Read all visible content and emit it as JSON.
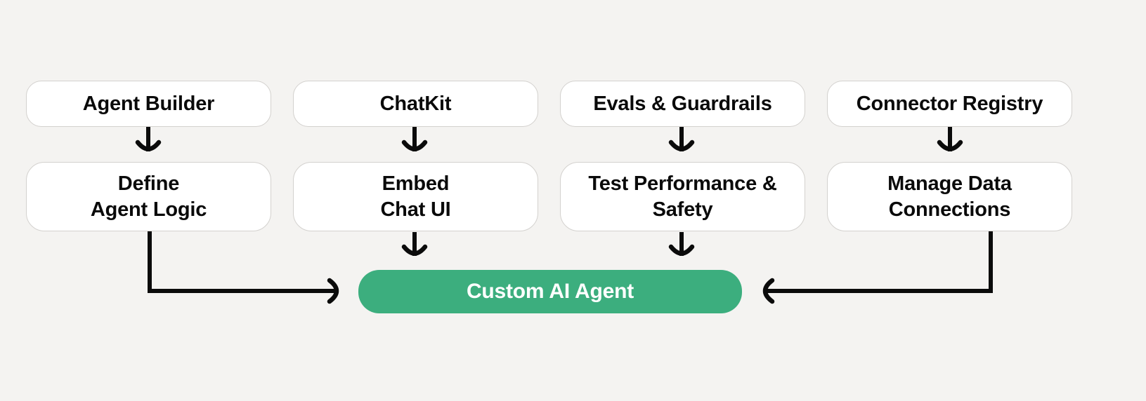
{
  "diagram": {
    "background_color": "#F4F3F1",
    "accent_color": "#3CAE7E",
    "text_color": "#0A0A0A",
    "border_color": "#D3D1CE",
    "arrow_color": "#0B0B0B",
    "columns": [
      {
        "product": "Agent Builder",
        "action": "Define\nAgent Logic"
      },
      {
        "product": "ChatKit",
        "action": "Embed\nChat UI"
      },
      {
        "product": "Evals & Guardrails",
        "action": "Test Performance &\nSafety"
      },
      {
        "product": "Connector Registry",
        "action": "Manage Data\nConnections"
      }
    ],
    "outcome": "Custom AI Agent",
    "connectors": [
      {
        "name": "agent-builder-to-define-arrow",
        "type": "arrow-down"
      },
      {
        "name": "chatkit-to-embed-arrow",
        "type": "arrow-down"
      },
      {
        "name": "evals-to-test-arrow",
        "type": "arrow-down"
      },
      {
        "name": "connector-registry-to-manage-arrow",
        "type": "arrow-down"
      },
      {
        "name": "define-to-outcome-elbow",
        "type": "elbow-right"
      },
      {
        "name": "embed-to-outcome-arrow",
        "type": "arrow-down"
      },
      {
        "name": "test-to-outcome-arrow",
        "type": "arrow-down"
      },
      {
        "name": "manage-to-outcome-elbow",
        "type": "elbow-left"
      }
    ]
  }
}
